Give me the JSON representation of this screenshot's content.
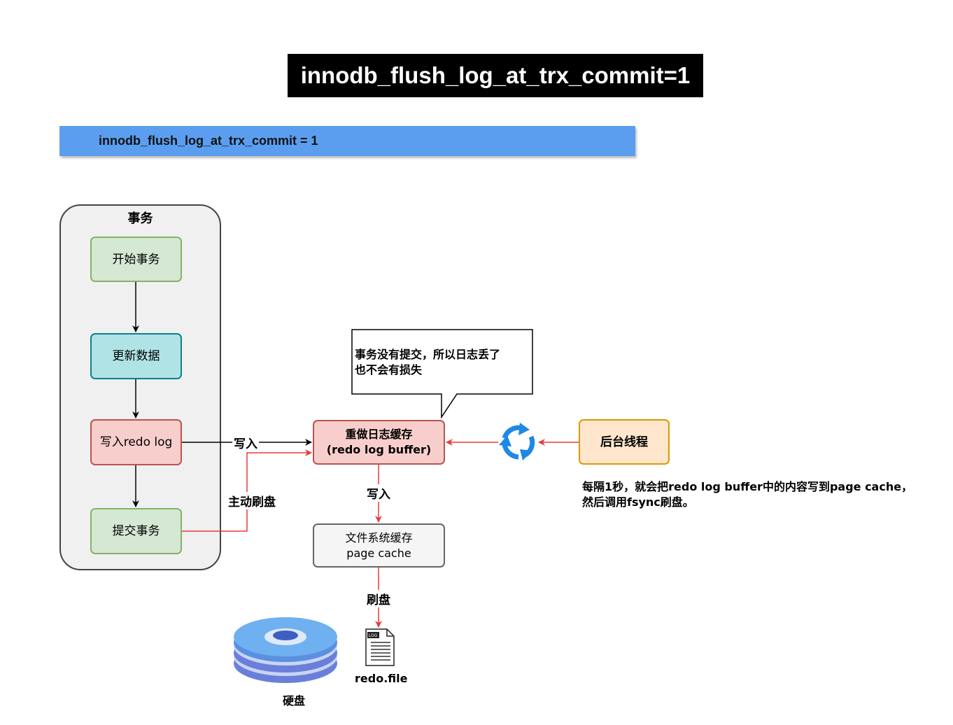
{
  "header": {
    "title": "innodb_flush_log_at_trx_commit=1"
  },
  "banner": {
    "text": "innodb_flush_log_at_trx_commit = 1"
  },
  "transaction": {
    "title": "事务",
    "steps": [
      "开始事务",
      "更新数据",
      "写入redo log",
      "提交事务"
    ]
  },
  "redo_buffer": {
    "line1": "重做日志缓存",
    "line2": "(redo log buffer)"
  },
  "callout": {
    "line1": "事务没有提交，所以日志丢了",
    "line2": "也不会有损失"
  },
  "page_cache": {
    "line1": "文件系统缓存",
    "line2": "page cache"
  },
  "background_thread": {
    "label": "后台线程"
  },
  "bg_note": {
    "line1": "每隔1秒，就会把redo log buffer中的内容写到page cache，",
    "line2": "然后调用fsync刷盘。"
  },
  "arrows": {
    "write_in_left": "写入",
    "active_flush": "主动刷盘",
    "write_in_down": "写入",
    "flush": "刷盘"
  },
  "file": {
    "icon_text": "LOG",
    "label": "redo.file"
  },
  "disk": {
    "label": "硬盘"
  },
  "colors": {
    "arrow_red": "#e83a3a",
    "banner_blue": "#5b9ef0",
    "cycle_blue": "#1e88e5"
  }
}
